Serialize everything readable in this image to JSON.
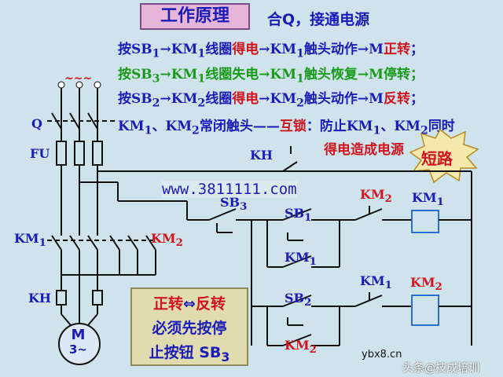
{
  "title": "工作原理",
  "header_note": "合Q，接通电源",
  "rules": [
    {
      "a": "按SB",
      "a_sub": "1",
      "b": "→KM",
      "b_sub": "1",
      "c": "线圈",
      "d": "得电",
      "e": "→KM",
      "e_sub": "1",
      "f": "触头动作→M",
      "g": "正转",
      "h": "；"
    },
    {
      "a": "按SB",
      "a_sub": "3",
      "b": "→KM",
      "b_sub": "1",
      "c": "线圈",
      "d": "失电",
      "e": "→KM",
      "e_sub": "1",
      "f": "触头恢复→M",
      "g": "停转",
      "h": "；"
    },
    {
      "a": "按SB",
      "a_sub": "2",
      "b": "→KM",
      "b_sub": "2",
      "c": "线圈",
      "d": "得电",
      "e": "→KM",
      "e_sub": "2",
      "f": "触头动作→M",
      "g": "反转",
      "h": "；"
    }
  ],
  "interlock": {
    "text1": "KM",
    "s1": "1",
    "text2": "、KM",
    "s2": "2",
    "text3": "常闭触头——",
    "lock": "互锁",
    "text4": "：防止KM",
    "s4": "1",
    "text5": "、KM",
    "s5": "2",
    "text6": "同时"
  },
  "interlock_line2": "得电造成电源",
  "short_circuit": "短路",
  "watermark": "www.3811111.com",
  "labels": {
    "q": "Q",
    "fu": "FU",
    "km1_left": "KM",
    "km1_left_sub": "1",
    "km2_right": "KM",
    "km2_right_sub": "2",
    "kh_left": "KH",
    "motor": "M",
    "motor_sub": "3~",
    "kh_top": "KH",
    "sb3": "SB",
    "sb3_sub": "3",
    "sb1": "SB",
    "sb1_sub": "1",
    "km1_seal": "KM",
    "km1_seal_sub": "1",
    "sb2": "SB",
    "sb2_sub": "2",
    "km2_seal": "KM",
    "km2_seal_sub": "2",
    "km2_nc": "KM",
    "km2_nc_sub": "2",
    "km1_coil": "KM",
    "km1_coil_sub": "1",
    "km1_nc": "KM",
    "km1_nc_sub": "1",
    "km2_coil": "KM",
    "km2_coil_sub": "2",
    "tilde": "~~~"
  },
  "note": {
    "line1_a": "正转",
    "line1_b": "⇔",
    "line1_c": "反转",
    "line2": "必须先按停",
    "line3": "止按钮 SB",
    "line3_sub": "3"
  },
  "footer_site": "ybx8.cn",
  "footer_brand": "头条@技成培训",
  "colors": {
    "wire": "#111111",
    "red": "#d0141e",
    "blue": "#1b1bb8",
    "coil": "#2a6fd0"
  }
}
